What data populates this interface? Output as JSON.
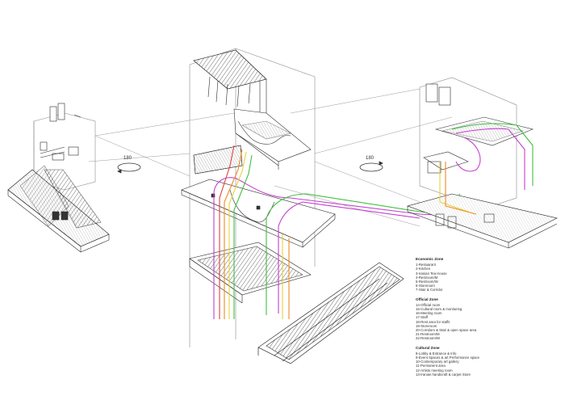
{
  "rotation_labels": {
    "left": "180",
    "right": "180"
  },
  "legend": {
    "zones": [
      {
        "title": "Economic Zone",
        "items": [
          "1-Restuarant",
          "2-Kitchen",
          "3-Iranian Tea House",
          "4-Restroom/M",
          "5-Restroom/W",
          "6-Storeroom",
          "7-Stair & Corridor"
        ]
      },
      {
        "title": "Official Zone",
        "items": [
          "14-Official room",
          "15-Cultural room & monitoring",
          "16-Meeting room",
          "17-Staff",
          "18-Rest area for staffs",
          "19-Storeroom",
          "20-Corridors & Stair & open space area",
          "21-Restroom/M",
          "22-Restroom/W"
        ]
      },
      {
        "title": "Cultural Zone",
        "items": [
          "8-Lobby & Entrance & Info",
          "9-Event Spaces & art Performance space",
          "10-Contemporary art gallery",
          "11-Permanent area",
          "12-Artists meeting room",
          "13-Iranian handicraft & carpet Store"
        ]
      }
    ]
  },
  "colors": {
    "line": "#2b2b2b",
    "path_green": "#3fbf3f",
    "path_magenta": "#c43fcf",
    "path_orange": "#f08a24",
    "path_yellow": "#e6d23a",
    "path_red": "#e0413b"
  }
}
